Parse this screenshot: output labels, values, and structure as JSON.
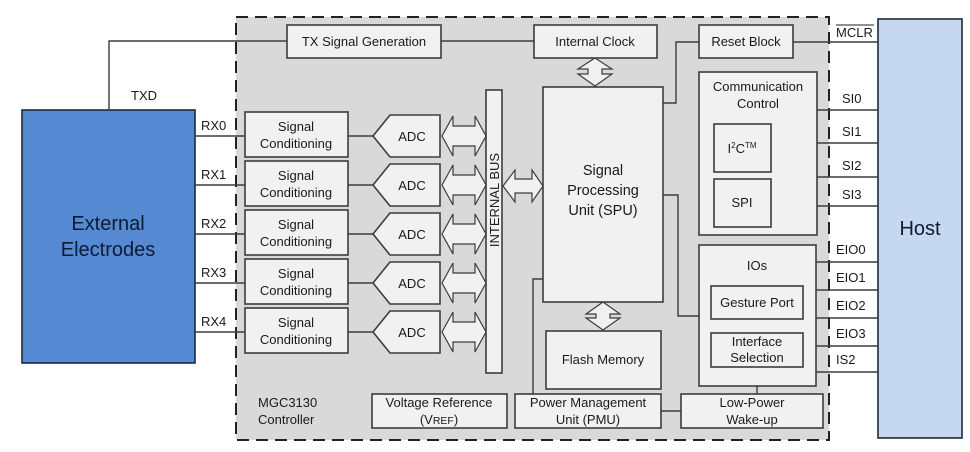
{
  "colors": {
    "controller_fill": "#d9d9d9",
    "block_fill": "#f1f1f1",
    "electrodes_fill": "#5589d2",
    "host_fill": "#c5d8ef",
    "line": "#3c3c3c"
  },
  "external": {
    "electrodes_line1": "External",
    "electrodes_line2": "Electrodes",
    "host": "Host"
  },
  "signals": {
    "txd": "TXD",
    "rx": [
      "RX0",
      "RX1",
      "RX2",
      "RX3",
      "RX4"
    ],
    "mclr": "MCLR",
    "si": [
      "SI0",
      "SI1",
      "SI2",
      "SI3"
    ],
    "eio": [
      "EIO0",
      "EIO1",
      "EIO2",
      "EIO3",
      "IS2"
    ]
  },
  "controller": {
    "name_line1": "MGC3130",
    "name_line2": "Controller",
    "tx_signal_generation": "TX Signal Generation",
    "internal_clock": "Internal Clock",
    "reset_block": "Reset Block",
    "signal_conditioning_line1": "Signal",
    "signal_conditioning_line2": "Conditioning",
    "adc": "ADC",
    "internal_bus": "INTERNAL BUS",
    "spu_line1": "Signal",
    "spu_line2": "Processing",
    "spu_line3": "Unit (SPU)",
    "comm_line1": "Communication",
    "comm_line2": "Control",
    "i2c": "I",
    "i2c_sup": "2",
    "i2c_c": "C",
    "i2c_tm": "TM",
    "spi": "SPI",
    "ios": "IOs",
    "gesture_port": "Gesture Port",
    "interface_line1": "Interface",
    "interface_line2": "Selection",
    "flash": "Flash Memory",
    "vref_line1": "Voltage Reference",
    "vref_line2_v": "V",
    "vref_line2_ref": "REF",
    "pmu_line1": "Power Management",
    "pmu_line2": "Unit (PMU)",
    "wake_line1": "Low-Power",
    "wake_line2": "Wake-up"
  }
}
